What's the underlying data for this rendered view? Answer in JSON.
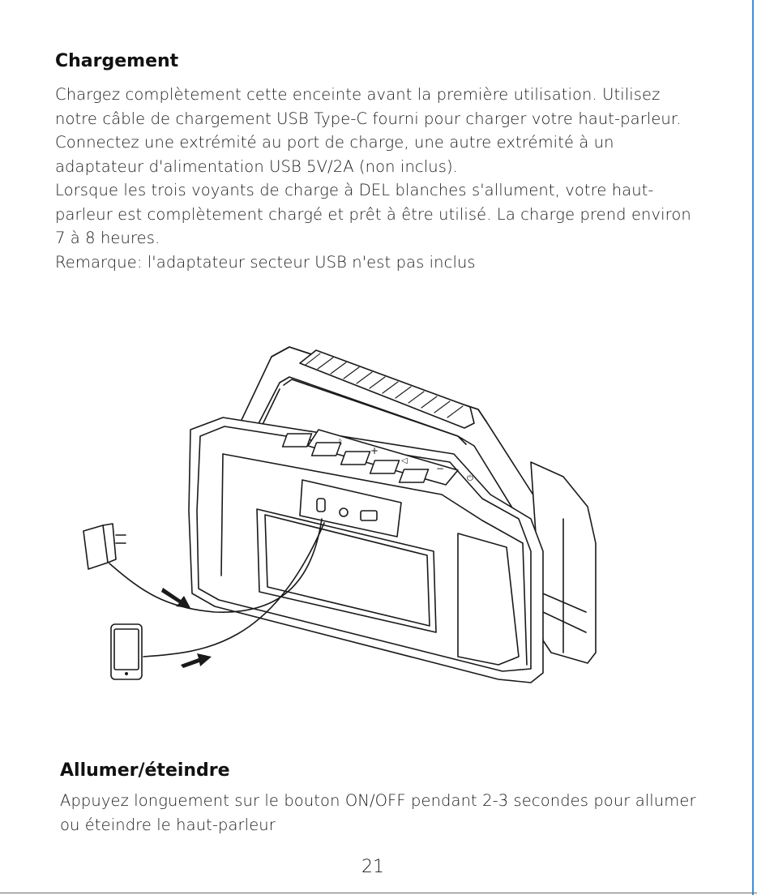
{
  "section_charging": {
    "heading": "Chargement",
    "paragraphs": [
      "Chargez complètement cette enceinte avant la première utilisation. Utilisez notre câble de chargement USB Type-C fourni pour charger votre haut-parleur.",
      "Connectez une extrémité au port de charge, une autre extrémité à un adaptateur d'alimentation USB 5V/2A (non inclus).",
      "Lorsque les trois voyants de charge à DEL blanches s'allument, votre haut-parleur est complètement chargé et prêt à être utilisé. La charge prend environ 7 à 8 heures.",
      "Remarque: l'adaptateur secteur USB n'est pas inclus"
    ]
  },
  "section_power": {
    "heading": "Allumer/éteindre",
    "paragraph": "Appuyez longuement sur le bouton ON/OFF pendant 2-3 secondes pour allumer ou éteindre le haut-parleur"
  },
  "illustration": {
    "button_icons": [
      "bluetooth-icon",
      "volume-up-icon",
      "play-icon",
      "volume-down-icon",
      "power-icon"
    ],
    "port_icons": [
      "usb-c-port-icon",
      "aux-port-icon",
      "usb-a-port-icon"
    ],
    "accent_color": "#3a8fd8"
  },
  "page_number": "21"
}
